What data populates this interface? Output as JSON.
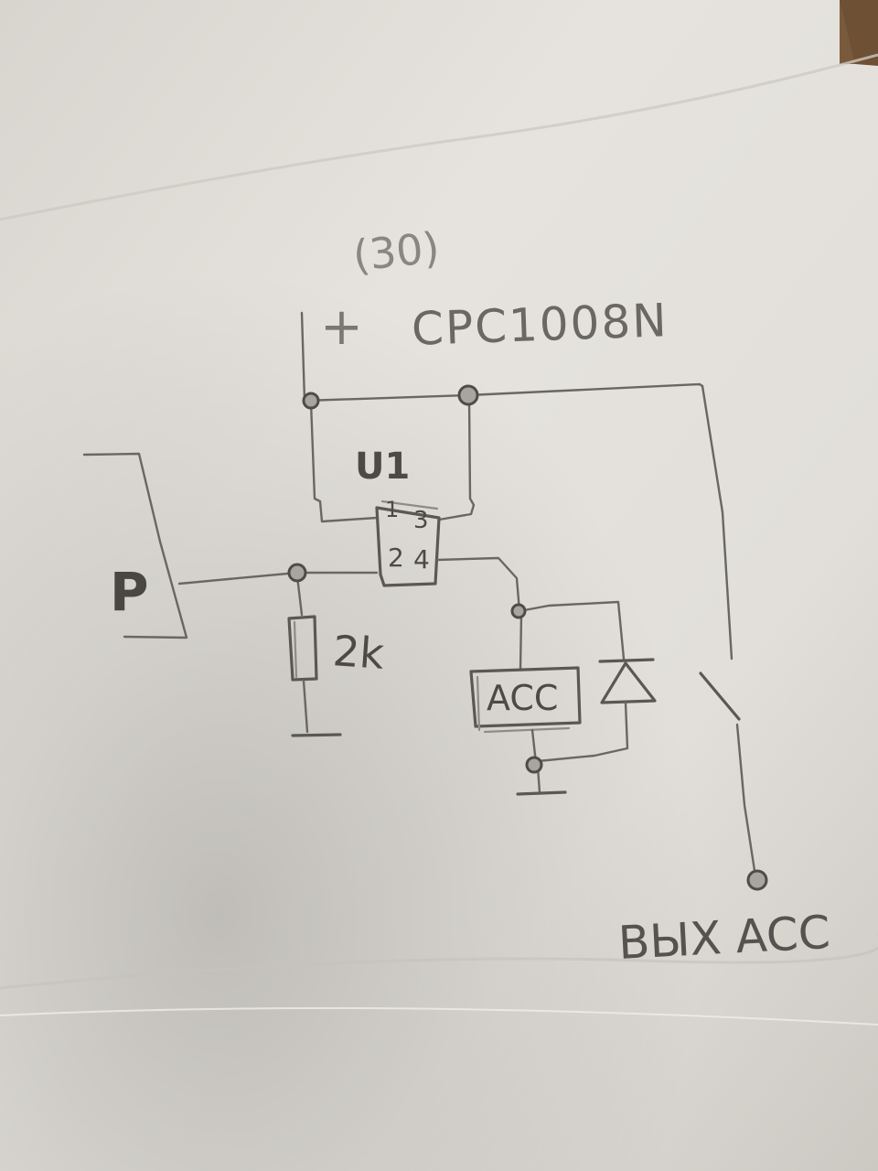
{
  "notes": {
    "ref_number": "(30)",
    "plus_sign": "+",
    "part_number": "CPC1008N",
    "relay_designator": "U1",
    "pin_1": "1",
    "pin_2": "2",
    "pin_3": "3",
    "pin_4": "4",
    "input_label": "P",
    "resistor_value": "2k",
    "load_label": "ACC",
    "output_label": "ВЫХ ACC"
  },
  "colors": {
    "paper": "#e4e1dc",
    "paper_shadow": "#c9c5bf",
    "pencil": "#5b5853",
    "table_background": "#8a6a4a"
  },
  "icons": {
    "input_connector": "connector-bracket",
    "resistor": "resistor-rectangle",
    "diode": "diode-triangle",
    "switch": "open-switch",
    "ground": "ground-symbol"
  }
}
